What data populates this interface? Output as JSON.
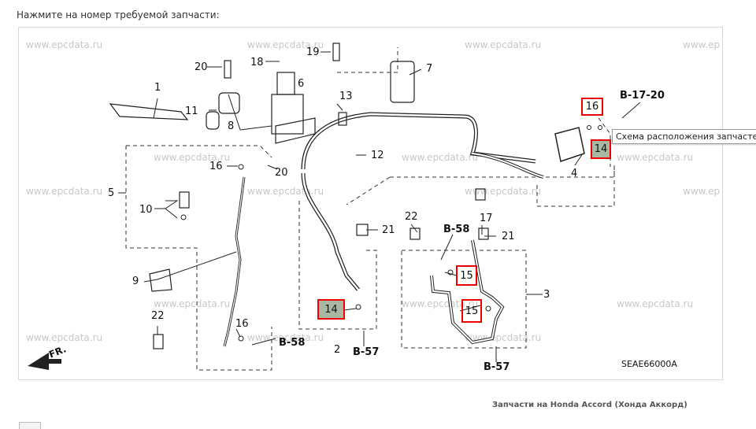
{
  "instruction": "Нажмите на номер требуемой запчасти:",
  "watermark": "www.epcdata.ru",
  "watermark_partial": "www.ep",
  "tooltip": "Схема расположения запчастей",
  "footer": "Запчасти на Honda Accord (Хонда Аккорд)",
  "diagram_code": "SEAE66000A",
  "fr_label": "FR.",
  "ref_labels": {
    "b1720": "B-17-20",
    "b58_top": "B-58",
    "b58_bottom": "B-58",
    "b57_a": "B-57",
    "b57_b": "B-57"
  },
  "callouts": {
    "c1": "1",
    "c2": "2",
    "c3": "3",
    "c4": "4",
    "c5": "5",
    "c6": "6",
    "c7": "7",
    "c8": "8",
    "c9": "9",
    "c10": "10",
    "c11": "11",
    "c12": "12",
    "c13": "13",
    "c16a": "16",
    "c16b": "16",
    "c17": "17",
    "c18": "18",
    "c19": "19",
    "c20a": "20",
    "c20b": "20",
    "c21a": "21",
    "c21b": "21",
    "c22a": "22",
    "c22b": "22"
  },
  "highlighted": {
    "h14a": "14",
    "h14b": "14",
    "h15a": "15",
    "h15b": "15",
    "h16": "16"
  },
  "colors": {
    "highlight_border": "#e00000",
    "selected_fill": "#a9b8a3"
  }
}
